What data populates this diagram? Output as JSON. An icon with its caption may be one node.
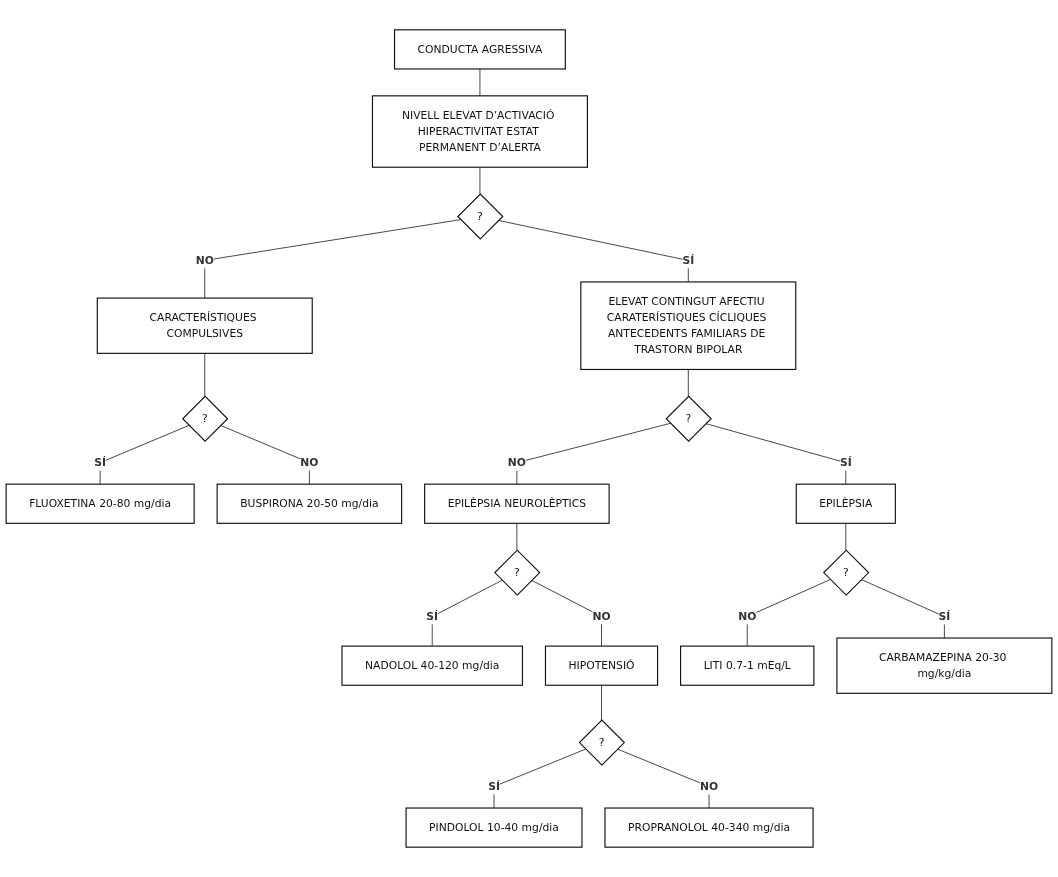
{
  "diagram": {
    "nodes": [
      {
        "text": [
          "CONDUCTA AGRESSIVA"
        ]
      },
      {
        "text": [
          "NIVELL ELEVAT D’ACTIVACIÓ HIPERACTIVITAT ESTAT PERMANENT D’ALERTA"
        ]
      },
      {
        "text": [
          "FLUOXETINA 20-80 mg/dia"
        ]
      },
      {
        "text": [
          "?"
        ]
      },
      {
        "text": [
          "CARACTERÍSTIQUES COMPULSIVES"
        ]
      },
      {
        "text": [
          "?"
        ]
      },
      {
        "text": [
          "ELEVAT CONTINGUT AFECTIU CARATERÍSTIQUES CÍCLIQUES ANTECEDENTS FAMILIARS DE TRASTORN BIPOLAR"
        ]
      },
      {
        "text": [
          "BUSPIRONA 20-50 mg/dia"
        ]
      },
      {
        "text": [
          "EPILÈPSIA NEUROLÈPTICS"
        ]
      },
      {
        "text": [
          "?"
        ]
      },
      {
        "text": [
          "NADOLOL 40-120 mg/dia"
        ]
      },
      {
        "text": [
          "?"
        ]
      },
      {
        "text": [
          "EPILÈPSIA"
        ]
      },
      {
        "text": [
          "HIPOTENSIÓ"
        ]
      },
      {
        "text": [
          "?"
        ]
      },
      {
        "text": [
          "PINDOLOL 10-40 mg/dia"
        ]
      },
      {
        "text": [
          "?"
        ]
      },
      {
        "text": [
          "LITI 0.7-1 mEq/L"
        ]
      },
      {
        "text": [
          "CARBAMAZEPINA 20-30 mg/kg/dia"
        ]
      },
      {
        "text": [
          "PROPRANOLOL 40-340 mg/dia"
        ]
      }
    ],
    "edges": [
      {
        "from": 0,
        "to": 1,
        "arrow": "none"
      },
      {
        "from": 1,
        "to": 5,
        "arrow": "none"
      },
      {
        "from": 5,
        "to": 4,
        "label": "NO",
        "arrow": "none"
      },
      {
        "from": 5,
        "to": 6,
        "label": "SÍ",
        "arrow": "none"
      },
      {
        "from": 4,
        "to": 3,
        "arrow": "none"
      },
      {
        "from": 3,
        "to": 2,
        "label": "SÍ",
        "arrow": "none"
      },
      {
        "from": 3,
        "to": 7,
        "label": "NO",
        "arrow": "none"
      },
      {
        "from": 6,
        "to": 9,
        "arrow": "none"
      },
      {
        "from": 9,
        "to": 8,
        "label": "NO",
        "arrow": "none"
      },
      {
        "from": 9,
        "to": 12,
        "label": "SÍ",
        "arrow": "none"
      },
      {
        "from": 8,
        "to": 11,
        "arrow": "none"
      },
      {
        "from": 11,
        "to": 10,
        "label": "SÍ",
        "arrow": "none"
      },
      {
        "from": 11,
        "to": 13,
        "label": "NO",
        "arrow": "none"
      },
      {
        "from": 13,
        "to": 16,
        "arrow": "none"
      },
      {
        "from": 16,
        "to": 15,
        "label": "SÍ",
        "arrow": "none"
      },
      {
        "from": 16,
        "to": 19,
        "label": "NO",
        "arrow": "none"
      },
      {
        "from": 12,
        "to": 14,
        "arrow": "none"
      },
      {
        "from": 14,
        "to": 17,
        "label": "NO",
        "arrow": "none"
      },
      {
        "from": 14,
        "to": 18,
        "label": "SÍ",
        "arrow": "none"
      }
    ]
  }
}
